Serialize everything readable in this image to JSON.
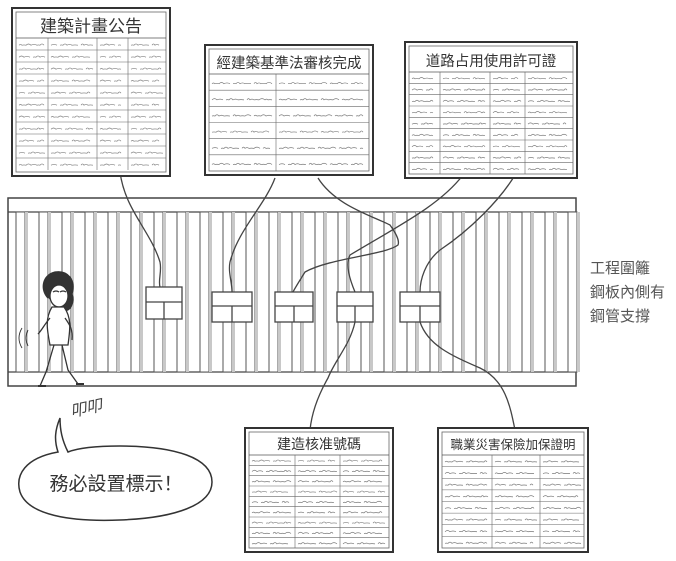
{
  "signs": {
    "top_left_title": "建築計畫公告",
    "top_center_title": "經建築基準法審核完成",
    "top_right_title": "道路占用使用許可證",
    "bottom_left_title": "建造核准號碼",
    "bottom_right_title": "職業災害保險加保證明"
  },
  "side_label": {
    "line1": "工程圍籬",
    "line2": "鋼板內側有",
    "line3": "鋼管支撐"
  },
  "bubble_text": "務必設置標示！",
  "sound_effect": "叩叩",
  "colors": {
    "ink": "#333333",
    "fence_shade": "#c8c8c8",
    "paper": "#ffffff"
  }
}
